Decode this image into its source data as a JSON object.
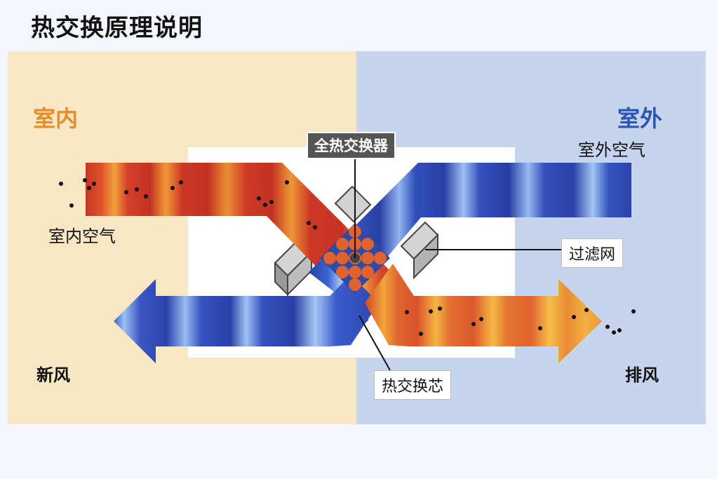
{
  "title": "热交换原理说明",
  "zones": {
    "indoor": "室内",
    "outdoor": "室外"
  },
  "labels": {
    "outdoor_air": "室外空气",
    "indoor_air": "室内空气",
    "fresh_air": "新风",
    "exhaust_air": "排风",
    "exchanger": "全热交换器",
    "filter": "过滤网",
    "core": "热交换芯"
  },
  "colors": {
    "indoor_bg": "#f8e6c4",
    "outdoor_bg": "#c7d4ee",
    "indoor_title": "#e58d2a",
    "outdoor_title": "#2d56b3",
    "warm_stream": "#d8412a",
    "cool_stream": "#3049b8"
  }
}
